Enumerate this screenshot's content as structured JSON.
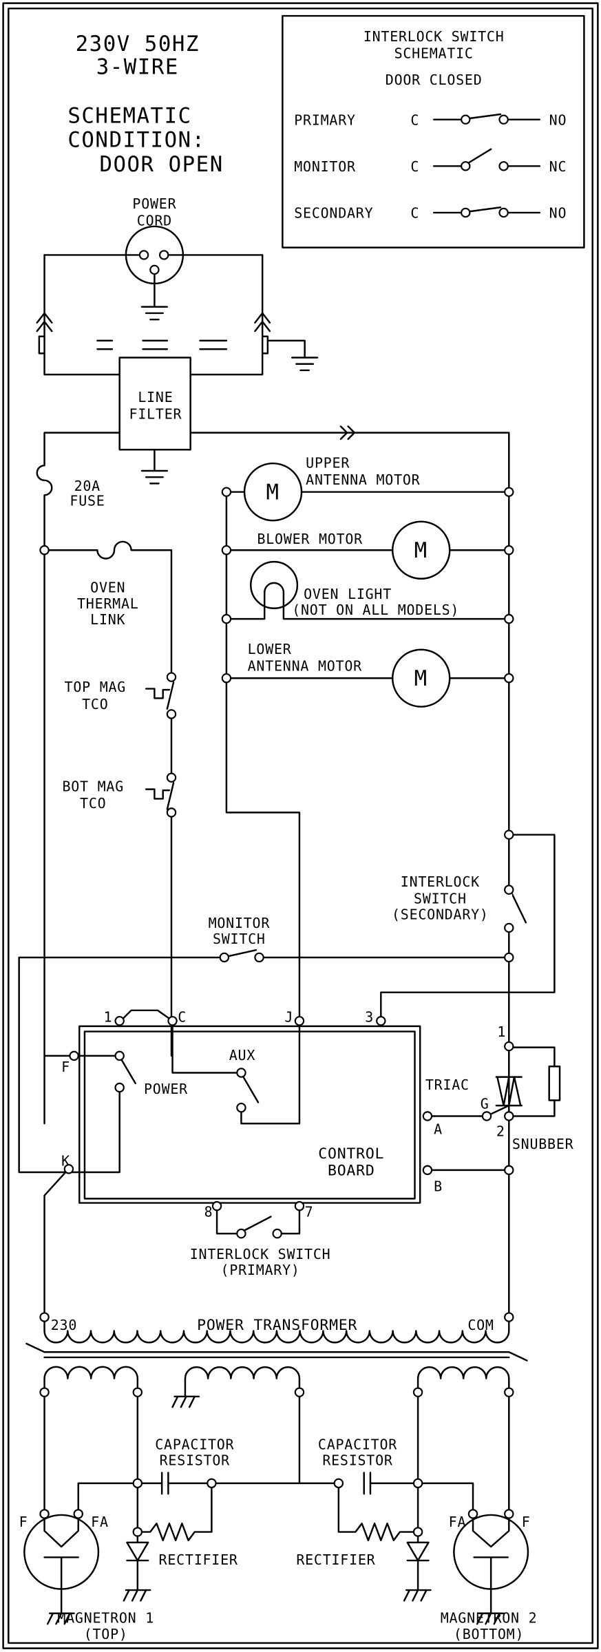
{
  "header": {
    "supply_line1": "230V 50HZ",
    "supply_line2": "3-WIRE",
    "condition_line1": "SCHEMATIC",
    "condition_line2": "CONDITION:",
    "condition_line3": "DOOR OPEN"
  },
  "legend": {
    "title_line1": "INTERLOCK SWITCH",
    "title_line2": "SCHEMATIC",
    "state": "DOOR CLOSED",
    "rows": [
      {
        "name": "PRIMARY",
        "common": "C",
        "contact": "NO"
      },
      {
        "name": "MONITOR",
        "common": "C",
        "contact": "NC"
      },
      {
        "name": "SECONDARY",
        "common": "C",
        "contact": "NO"
      }
    ]
  },
  "labels": {
    "power_cord": [
      "POWER",
      "CORD"
    ],
    "line_filter": [
      "LINE",
      "FILTER"
    ],
    "fuse": [
      "20A",
      "FUSE"
    ],
    "thermal_link": [
      "OVEN",
      "THERMAL",
      "LINK"
    ],
    "top_tco": [
      "TOP MAG",
      "TCO"
    ],
    "bot_tco": [
      "BOT MAG",
      "TCO"
    ],
    "upper_motor": [
      "UPPER",
      "ANTENNA MOTOR"
    ],
    "blower_motor": "BLOWER MOTOR",
    "oven_light": [
      "OVEN LIGHT",
      "(NOT ON ALL MODELS)"
    ],
    "lower_motor": [
      "LOWER",
      "ANTENNA MOTOR"
    ],
    "motor_symbol": "M",
    "secondary_switch": [
      "INTERLOCK",
      "SWITCH",
      "(SECONDARY)"
    ],
    "monitor_switch": [
      "MONITOR",
      "SWITCH"
    ],
    "control_board": [
      "CONTROL",
      "BOARD"
    ],
    "power": "POWER",
    "aux": "AUX",
    "triac": "TRIAC",
    "snubber": "SNUBBER",
    "primary_switch": [
      "INTERLOCK SWITCH",
      "(PRIMARY)"
    ],
    "transformer": "POWER TRANSFORMER",
    "tap_230": "230",
    "tap_com": "COM",
    "cap_res_left": [
      "CAPACITOR",
      "RESISTOR"
    ],
    "cap_res_right": [
      "CAPACITOR",
      "RESISTOR"
    ],
    "rectifier_left": "RECTIFIER",
    "rectifier_right": "RECTIFIER",
    "magnetron1": [
      "MAGNETRON 1",
      "(TOP)"
    ],
    "magnetron2": [
      "MAGNETRON 2",
      "(BOTTOM)"
    ]
  },
  "terminals": {
    "t1": "1",
    "tC": "C",
    "tJ": "J",
    "t3": "3",
    "tF": "F",
    "tK": "K",
    "tA": "A",
    "tB": "B",
    "t8": "8",
    "t7": "7",
    "triac1": "1",
    "triac2": "2",
    "triacG": "G",
    "mag1_F": "F",
    "mag1_FA": "FA",
    "mag2_FA": "FA",
    "mag2_F": "F"
  }
}
